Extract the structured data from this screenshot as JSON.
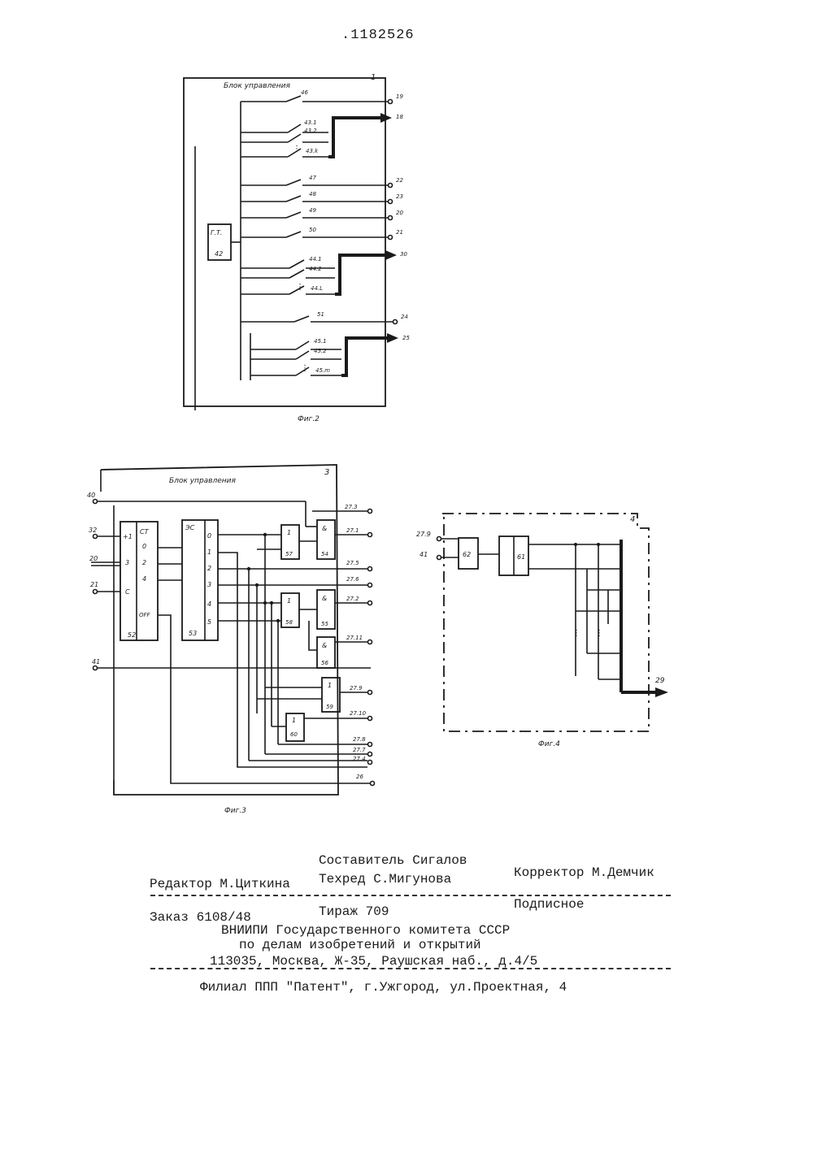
{
  "header": {
    "patent_number": ".1182526"
  },
  "fig2": {
    "block_title": "Блок управления",
    "block_number": "1",
    "generator_label": "Г.Т.",
    "generator_number": "42",
    "switch_labels": [
      "46",
      "43.1",
      "43.2",
      "43.k",
      "47",
      "48",
      "49",
      "50",
      "44.1",
      "44.2",
      "44.L",
      "51",
      "45.1",
      "45.2",
      "45.m"
    ],
    "output_numbers": [
      "19",
      "18",
      "22",
      "23",
      "20",
      "21",
      "30",
      "24",
      "25"
    ],
    "caption": "Фиг.2"
  },
  "fig3": {
    "block_title": "Блок управления",
    "block_number": "3",
    "inputs": [
      "40",
      "32",
      "20",
      "21",
      "41"
    ],
    "counter": {
      "number": "52",
      "pins": [
        "+1",
        "3",
        "C",
        "CT",
        "0",
        "2",
        "4",
        "OFF"
      ]
    },
    "decoder": {
      "number": "53",
      "label": "ЭС",
      "outputs": [
        "0",
        "1",
        "2",
        "3",
        "4",
        "5"
      ]
    },
    "gates": [
      {
        "sym": "1",
        "number": "57"
      },
      {
        "sym": "&",
        "number": "54"
      },
      {
        "sym": "1",
        "number": "58"
      },
      {
        "sym": "&",
        "number": "55"
      },
      {
        "sym": "&",
        "number": "56"
      },
      {
        "sym": "1",
        "number": "59"
      },
      {
        "sym": "1",
        "number": "60"
      }
    ],
    "outputs": [
      "27.3",
      "27.1",
      "27.5",
      "27.6",
      "27.2",
      "27.11",
      "27.9",
      "27.10",
      "27.8",
      "27.7",
      "27.4",
      "26"
    ],
    "caption": "Фиг.3"
  },
  "fig4": {
    "block_number": "4",
    "inputs": [
      "27.9",
      "41"
    ],
    "blocks": [
      "62",
      "61"
    ],
    "output": "29",
    "caption": "Фиг.4"
  },
  "colophon": {
    "sostavitel": "Составитель   Сигалов",
    "redaktor": "Редактор М.Циткина",
    "tehred": "Техред С.Мигунова",
    "korrektor": "Корректор  М.Демчик",
    "zakaz": "Заказ 6108/48",
    "tirazh": "Тираж 709",
    "podpisnoe": "Подписное",
    "org1": "ВНИИПИ Государственного комитета СССР",
    "org2": "по делам изобретений и открытий",
    "address": "113035, Москва, Ж-35, Раушская наб., д.4/5",
    "filial": "Филиал ППП \"Патент\", г.Ужгород, ул.Проектная, 4"
  }
}
